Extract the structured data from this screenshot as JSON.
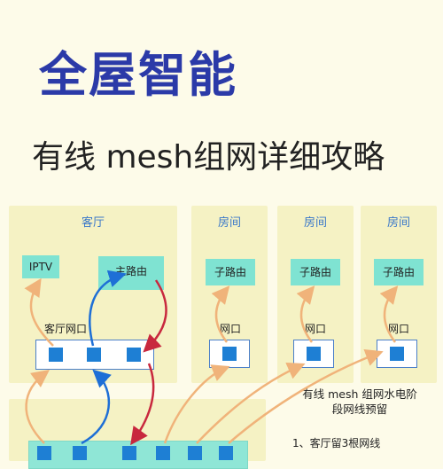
{
  "title_main": "全屋智能",
  "title_sub": "有线 mesh组网详细攻略",
  "rooms": [
    {
      "label": "客厅"
    },
    {
      "label": "房间"
    },
    {
      "label": "房间"
    },
    {
      "label": "房间"
    }
  ],
  "living": {
    "iptv": "IPTV",
    "main_router": "主路由",
    "port_panel": "客厅网口"
  },
  "sub_router": "子路由",
  "port": "网口",
  "note": {
    "line1": "有线 mesh 组网水电阶",
    "line2": "段网线预留",
    "item1": "1、客厅留3根网线"
  },
  "colors": {
    "title": "#2b3aa8",
    "panel": "#f5f2c4",
    "box": "#7fe3d2",
    "port": "#1e7fd4",
    "arrow_orange": "#f0b37a",
    "arrow_blue": "#1e6fd6",
    "arrow_red": "#c8283e"
  }
}
